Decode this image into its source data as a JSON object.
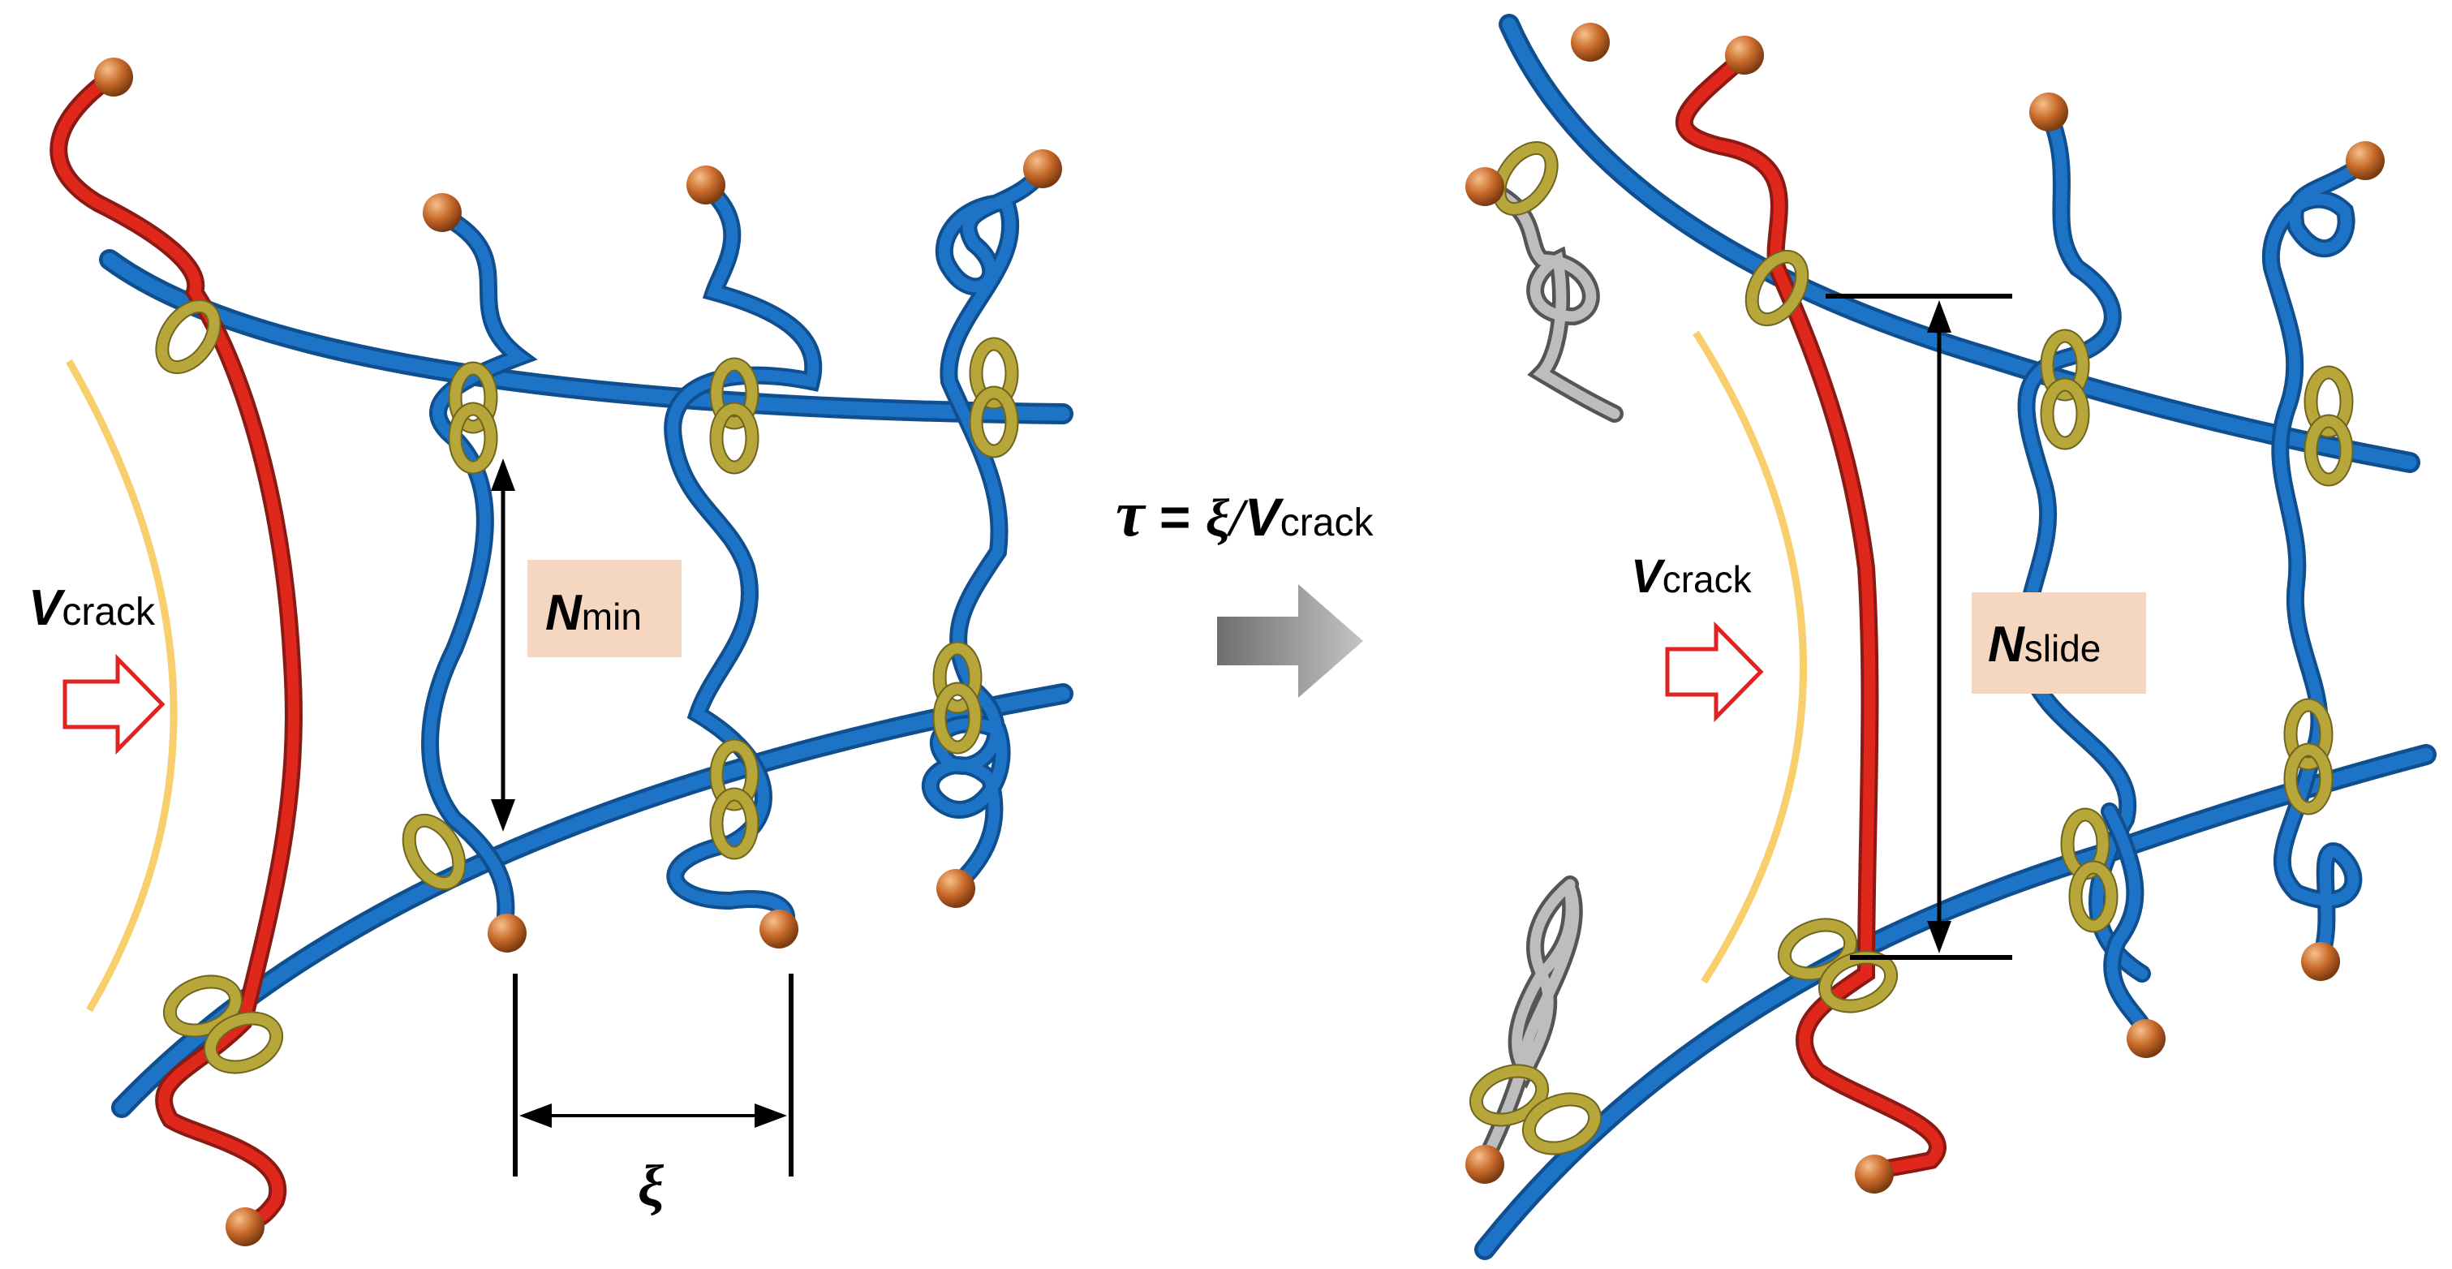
{
  "labels": {
    "v_left": "V",
    "v_left_sub": "crack",
    "n_min": "N",
    "n_min_sub": "min",
    "xi": "ξ",
    "tau_symbol": "τ",
    "tau_eq": " = ",
    "tau_xi": "ξ/",
    "tau_v": "V",
    "tau_sub": "crack",
    "v_right": "V",
    "v_right_sub": "crack",
    "n_slide": "N",
    "n_slide_sub": "slide"
  },
  "colors": {
    "blue_chain": "#1d74c6",
    "blue_shade": "#0f4f8f",
    "red_chain": "#e0271b",
    "ring": "#b7a63a",
    "ring_shade": "#6f6520",
    "bead": "#c8692a",
    "crack_front": "#f9cf6e",
    "label_box": "#f5d6c0",
    "arrow_outline": "#e02222",
    "process_arrow": "#888888",
    "gray_chain": "#9a9a9a"
  },
  "icons": {
    "crack_arrow": "hollow-right-arrow-icon",
    "process_arrow": "gray-right-arrow-icon"
  }
}
